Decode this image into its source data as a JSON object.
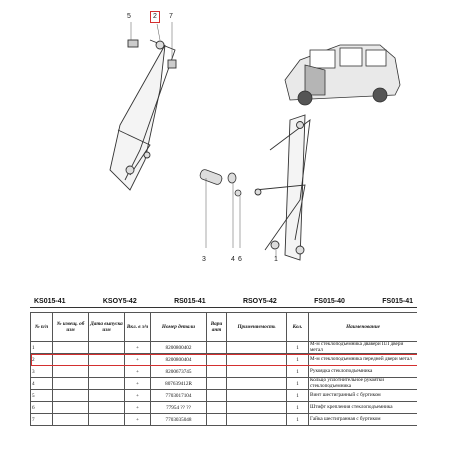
{
  "callouts": {
    "top": [
      "5",
      "2",
      "7"
    ],
    "bottom": [
      "3",
      "4",
      "6",
      "1"
    ]
  },
  "tabs": [
    "KS015-41",
    "KSOY5-42",
    "RS015-41",
    "RSOY5-42",
    "FS015-40",
    "FS015-41"
  ],
  "table": {
    "headers": [
      "№ п/п",
      "№ извещ. об изм",
      "Дата выпуска изм",
      "Вкл. в з/ч",
      "Номер детали",
      "Вари ант",
      "Применяемость",
      "Кол.",
      "Наименование"
    ],
    "rows": [
      {
        "num": "1",
        "plus": "+",
        "part": "8200800402",
        "qty": "1",
        "name": "М-м стеклоподъемника двавери ПЛ двери метал"
      },
      {
        "num": "2",
        "plus": "+",
        "part": "8200800404",
        "qty": "1",
        "name": "М-м стеклоподъемника передней двери метал"
      },
      {
        "num": "3",
        "plus": "+",
        "part": "8200673745",
        "qty": "1",
        "name": "Рукоядка стеклоподъемника"
      },
      {
        "num": "4",
        "plus": "+",
        "part": "807639412R",
        "qty": "1",
        "name": "Кольцо уплотнительное рукоятки стеклоподъемника"
      },
      {
        "num": "5",
        "plus": "+",
        "part": "7703017104",
        "qty": "1",
        "name": "Винт шестигранный с буртиком"
      },
      {
        "num": "6",
        "plus": "+",
        "part": "77954 ?? ??",
        "qty": "1",
        "name": "Штифт крепления стеклоподъемника"
      },
      {
        "num": "7",
        "plus": "+",
        "part": "7703035048",
        "qty": "1",
        "name": "Гайка шестигранная с буртиком"
      }
    ]
  },
  "colors": {
    "highlight": "#d32f2f"
  }
}
